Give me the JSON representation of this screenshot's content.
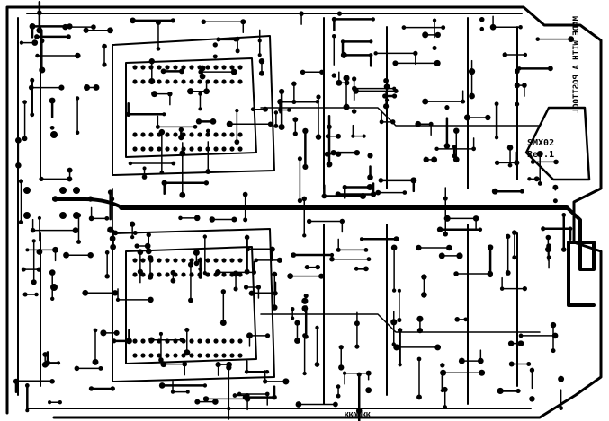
{
  "board": {
    "credit_text": "MADE WITH A POSTTOOL",
    "model_line1": "SMX02",
    "model_line2": "Rev.1",
    "bottom_label": "ЯЯUЮЯЯ",
    "colors": {
      "copper": "#000000",
      "substrate": "#ffffff"
    }
  }
}
